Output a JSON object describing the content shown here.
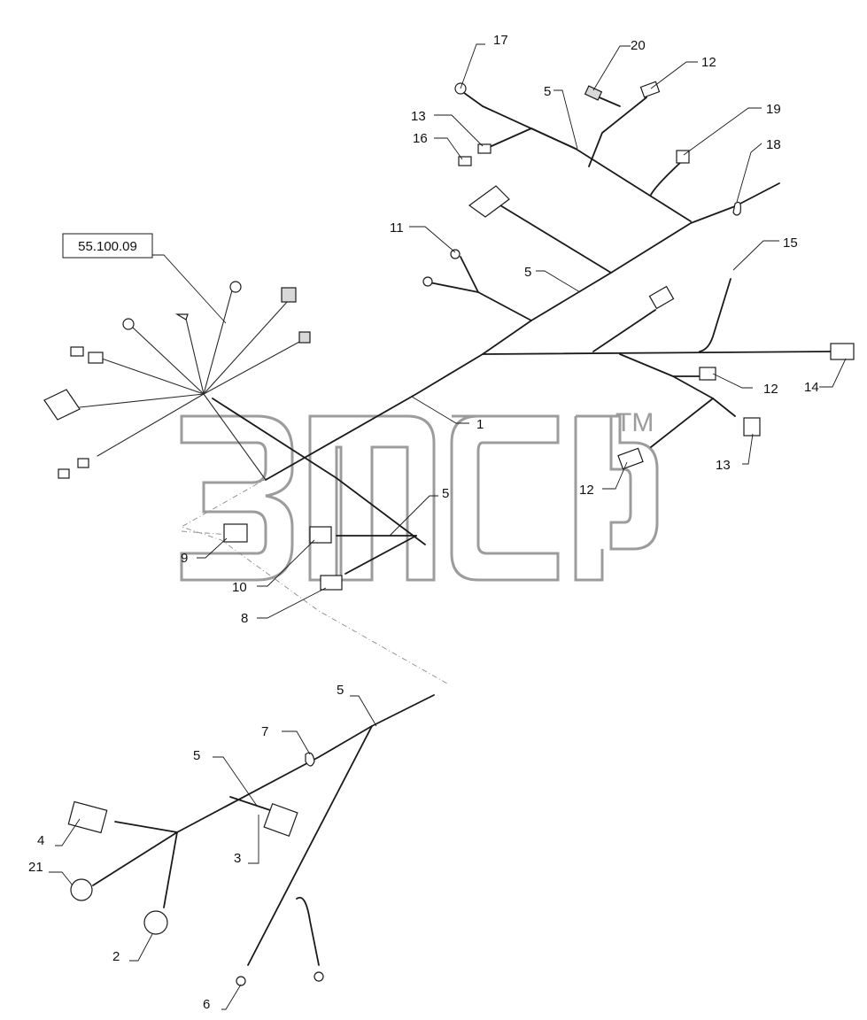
{
  "reference_box": {
    "label": "55.100.09"
  },
  "callouts": {
    "c1": "1",
    "c2": "2",
    "c3": "3",
    "c4": "4",
    "c5a": "5",
    "c5b": "5",
    "c5c": "5",
    "c5d": "5",
    "c5e": "5",
    "c6": "6",
    "c7": "7",
    "c8": "8",
    "c9": "9",
    "c10": "10",
    "c11": "11",
    "c12a": "12",
    "c12b": "12",
    "c12c": "12",
    "c13a": "13",
    "c13b": "13",
    "c14": "14",
    "c15": "15",
    "c16": "16",
    "c17": "17",
    "c18": "18",
    "c19": "19",
    "c20": "20",
    "c21": "21"
  },
  "watermark": {
    "mark": "TM"
  },
  "colors": {
    "line": "#1a1a1a",
    "watermark": "#9c9c9c",
    "background": "#ffffff"
  }
}
